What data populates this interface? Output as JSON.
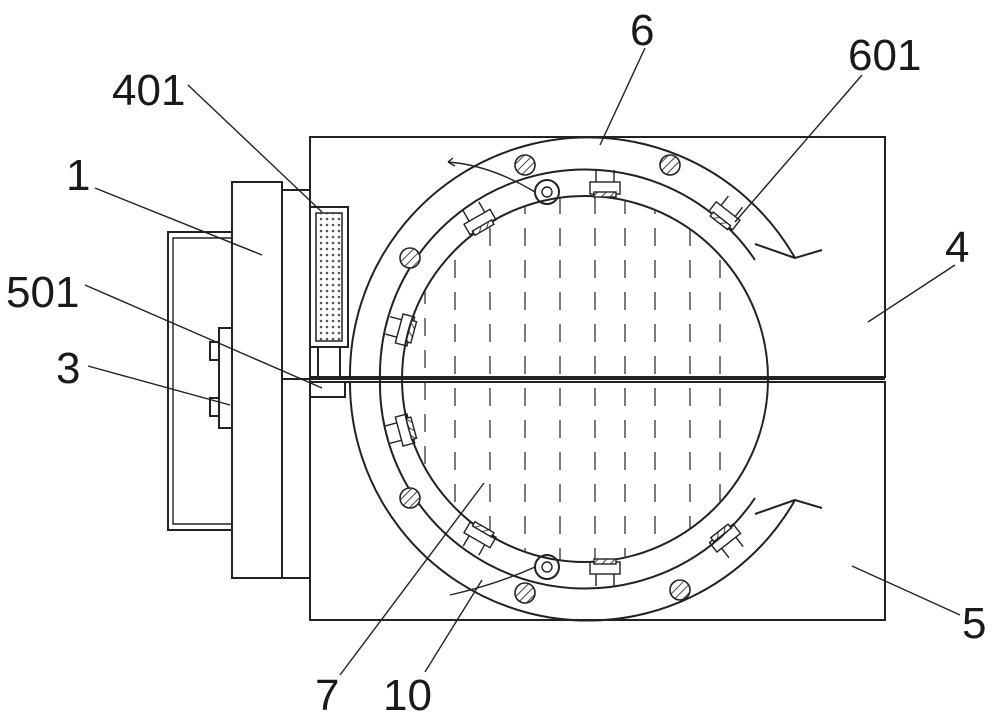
{
  "labels": {
    "l6": "6",
    "l601": "601",
    "l401": "401",
    "l1": "1",
    "l4": "4",
    "l501": "501",
    "l3": "3",
    "l5": "5",
    "l7": "7",
    "l10": "10"
  },
  "colors": {
    "line": "#222222",
    "hatch": "#999999",
    "background": "#ffffff"
  }
}
